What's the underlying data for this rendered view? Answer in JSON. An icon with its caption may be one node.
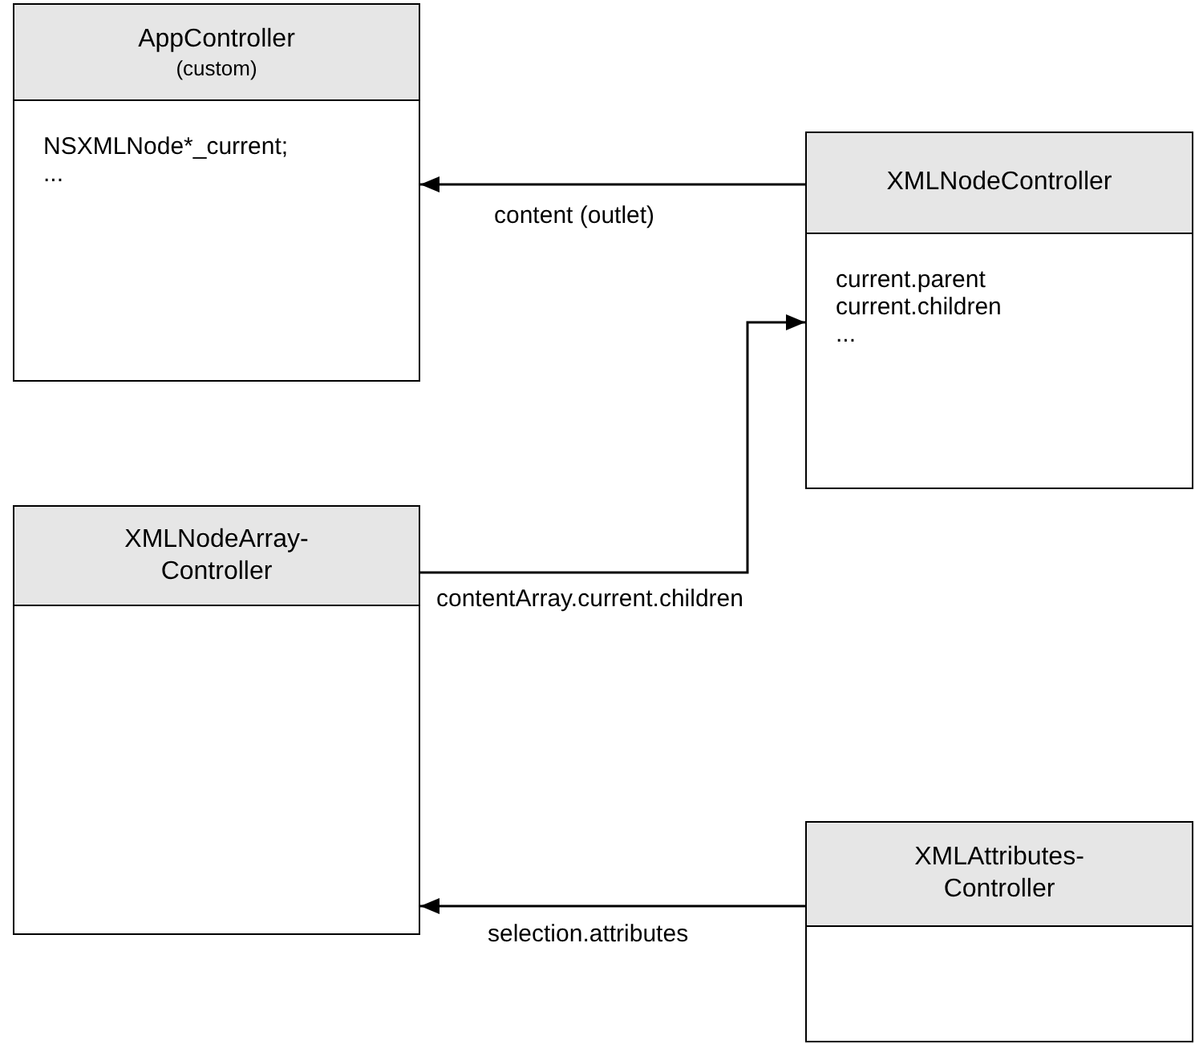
{
  "diagram": {
    "nodes": [
      {
        "text": [
          "AppController",
          "(custom)",
          "NSXMLNode*_current;",
          "..."
        ]
      },
      {
        "text": [
          "XMLNodeController",
          "current.parent",
          "current.children",
          "..."
        ]
      },
      {
        "text": [
          "XMLNodeArray-Controller"
        ]
      },
      {
        "text": [
          "XMLAttributes-Controller"
        ]
      }
    ],
    "edges": [
      {
        "from": 1,
        "to": 0,
        "arrow": "to",
        "label": "content (outlet)"
      },
      {
        "from": 2,
        "to": 1,
        "arrow": "to",
        "label": "contentArray.current.children"
      },
      {
        "from": 3,
        "to": 2,
        "arrow": "to",
        "label": "selection.attributes"
      }
    ]
  }
}
